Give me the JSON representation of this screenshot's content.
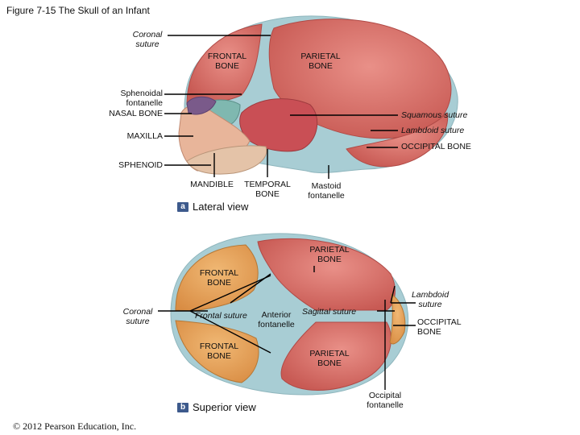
{
  "figure_title": "Figure 7-15  The Skull of an Infant",
  "lateral": {
    "caption_badge": "a",
    "caption": "Lateral view",
    "labels": {
      "coronal_suture": "Coronal\nsuture",
      "frontal_bone": "FRONTAL\nBONE",
      "parietal_bone": "PARIETAL\nBONE",
      "sphenoidal_fontanelle": "Sphenoidal\nfontanelle",
      "nasal_bone": "NASAL BONE",
      "squamous_suture": "Squamous suture",
      "lambdoid_suture": "Lambdoid suture",
      "maxilla": "MAXILLA",
      "occipital_bone": "OCCIPITAL BONE",
      "sphenoid": "SPHENOID",
      "mandible": "MANDIBLE",
      "temporal_bone": "TEMPORAL\nBONE",
      "mastoid_fontanelle": "Mastoid\nfontanelle"
    }
  },
  "superior": {
    "caption_badge": "b",
    "caption": "Superior view",
    "labels": {
      "parietal_bone_top": "PARIETAL\nBONE",
      "frontal_bone_top": "FRONTAL\nBONE",
      "lambdoid_suture": "Lambdoid\nsuture",
      "coronal_suture": "Coronal\nsuture",
      "frontal_suture": "Frontal suture",
      "anterior_fontanelle": "Anterior\nfontanelle",
      "sagittal_suture": "Sagittal suture",
      "occipital_bone": "OCCIPITAL\nBONE",
      "frontal_bone_bottom": "FRONTAL\nBONE",
      "parietal_bone_bottom": "PARIETAL\nBONE",
      "occipital_fontanelle": "Occipital\nfontanelle"
    }
  },
  "copyright": "© 2012 Pearson Education, Inc.",
  "colors": {
    "bone": "#d9726a",
    "bone_edge": "#b04a46",
    "fontanelle": "#a8cdd4",
    "orange_bone": "#e3a15a",
    "badge": "#3d5a8c"
  }
}
